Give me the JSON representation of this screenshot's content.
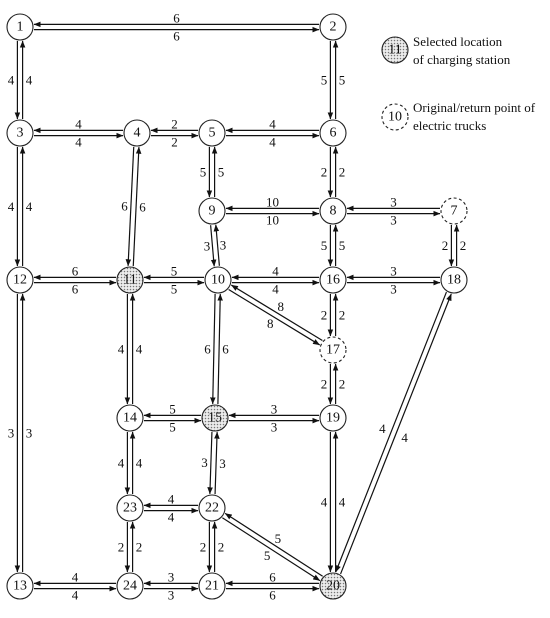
{
  "nodes": [
    {
      "id": "1",
      "label": "1",
      "type": "normal"
    },
    {
      "id": "2",
      "label": "2",
      "type": "normal"
    },
    {
      "id": "3",
      "label": "3",
      "type": "normal"
    },
    {
      "id": "4",
      "label": "4",
      "type": "normal"
    },
    {
      "id": "5",
      "label": "5",
      "type": "normal"
    },
    {
      "id": "6",
      "label": "6",
      "type": "normal"
    },
    {
      "id": "7",
      "label": "7",
      "type": "origin"
    },
    {
      "id": "8",
      "label": "8",
      "type": "normal"
    },
    {
      "id": "9",
      "label": "9",
      "type": "normal"
    },
    {
      "id": "10",
      "label": "10",
      "type": "normal"
    },
    {
      "id": "11",
      "label": "11",
      "type": "selected"
    },
    {
      "id": "12",
      "label": "12",
      "type": "normal"
    },
    {
      "id": "13",
      "label": "13",
      "type": "normal"
    },
    {
      "id": "14",
      "label": "14",
      "type": "normal"
    },
    {
      "id": "15",
      "label": "15",
      "type": "selected"
    },
    {
      "id": "16",
      "label": "16",
      "type": "normal"
    },
    {
      "id": "17",
      "label": "17",
      "type": "origin"
    },
    {
      "id": "18",
      "label": "18",
      "type": "normal"
    },
    {
      "id": "19",
      "label": "19",
      "type": "normal"
    },
    {
      "id": "20",
      "label": "20",
      "type": "selected"
    },
    {
      "id": "21",
      "label": "21",
      "type": "normal"
    },
    {
      "id": "22",
      "label": "22",
      "type": "normal"
    },
    {
      "id": "23",
      "label": "23",
      "type": "normal"
    },
    {
      "id": "24",
      "label": "24",
      "type": "normal"
    }
  ],
  "edges": [
    {
      "a": "1",
      "b": "2",
      "w": 6
    },
    {
      "a": "1",
      "b": "3",
      "w": 4
    },
    {
      "a": "2",
      "b": "6",
      "w": 5
    },
    {
      "a": "3",
      "b": "4",
      "w": 4
    },
    {
      "a": "3",
      "b": "12",
      "w": 4
    },
    {
      "a": "4",
      "b": "5",
      "w": 2
    },
    {
      "a": "4",
      "b": "11",
      "w": 6
    },
    {
      "a": "5",
      "b": "6",
      "w": 4
    },
    {
      "a": "5",
      "b": "9",
      "w": 5
    },
    {
      "a": "6",
      "b": "8",
      "w": 2
    },
    {
      "a": "7",
      "b": "8",
      "w": 3
    },
    {
      "a": "7",
      "b": "18",
      "w": 2
    },
    {
      "a": "8",
      "b": "9",
      "w": 10
    },
    {
      "a": "8",
      "b": "16",
      "w": 5
    },
    {
      "a": "9",
      "b": "10",
      "w": 3
    },
    {
      "a": "10",
      "b": "11",
      "w": 5
    },
    {
      "a": "10",
      "b": "15",
      "w": 6
    },
    {
      "a": "10",
      "b": "16",
      "w": 4
    },
    {
      "a": "10",
      "b": "17",
      "w": 8
    },
    {
      "a": "11",
      "b": "12",
      "w": 6
    },
    {
      "a": "11",
      "b": "14",
      "w": 4
    },
    {
      "a": "12",
      "b": "13",
      "w": 3
    },
    {
      "a": "13",
      "b": "24",
      "w": 4
    },
    {
      "a": "14",
      "b": "15",
      "w": 5
    },
    {
      "a": "14",
      "b": "23",
      "w": 4
    },
    {
      "a": "15",
      "b": "19",
      "w": 3
    },
    {
      "a": "15",
      "b": "22",
      "w": 3
    },
    {
      "a": "16",
      "b": "17",
      "w": 2
    },
    {
      "a": "16",
      "b": "18",
      "w": 3
    },
    {
      "a": "17",
      "b": "19",
      "w": 2
    },
    {
      "a": "18",
      "b": "20",
      "w": 4
    },
    {
      "a": "19",
      "b": "20",
      "w": 4
    },
    {
      "a": "20",
      "b": "21",
      "w": 6
    },
    {
      "a": "20",
      "b": "22",
      "w": 5
    },
    {
      "a": "21",
      "b": "22",
      "w": 2
    },
    {
      "a": "21",
      "b": "24",
      "w": 3
    },
    {
      "a": "22",
      "b": "23",
      "w": 4
    },
    {
      "a": "23",
      "b": "24",
      "w": 2
    }
  ],
  "legend": {
    "selected": {
      "symbol_label": "11",
      "line1": "Selected location",
      "line2": "of charging station"
    },
    "origin": {
      "symbol_label": "10",
      "line1": "Original/return point of",
      "line2": "electric trucks"
    }
  }
}
